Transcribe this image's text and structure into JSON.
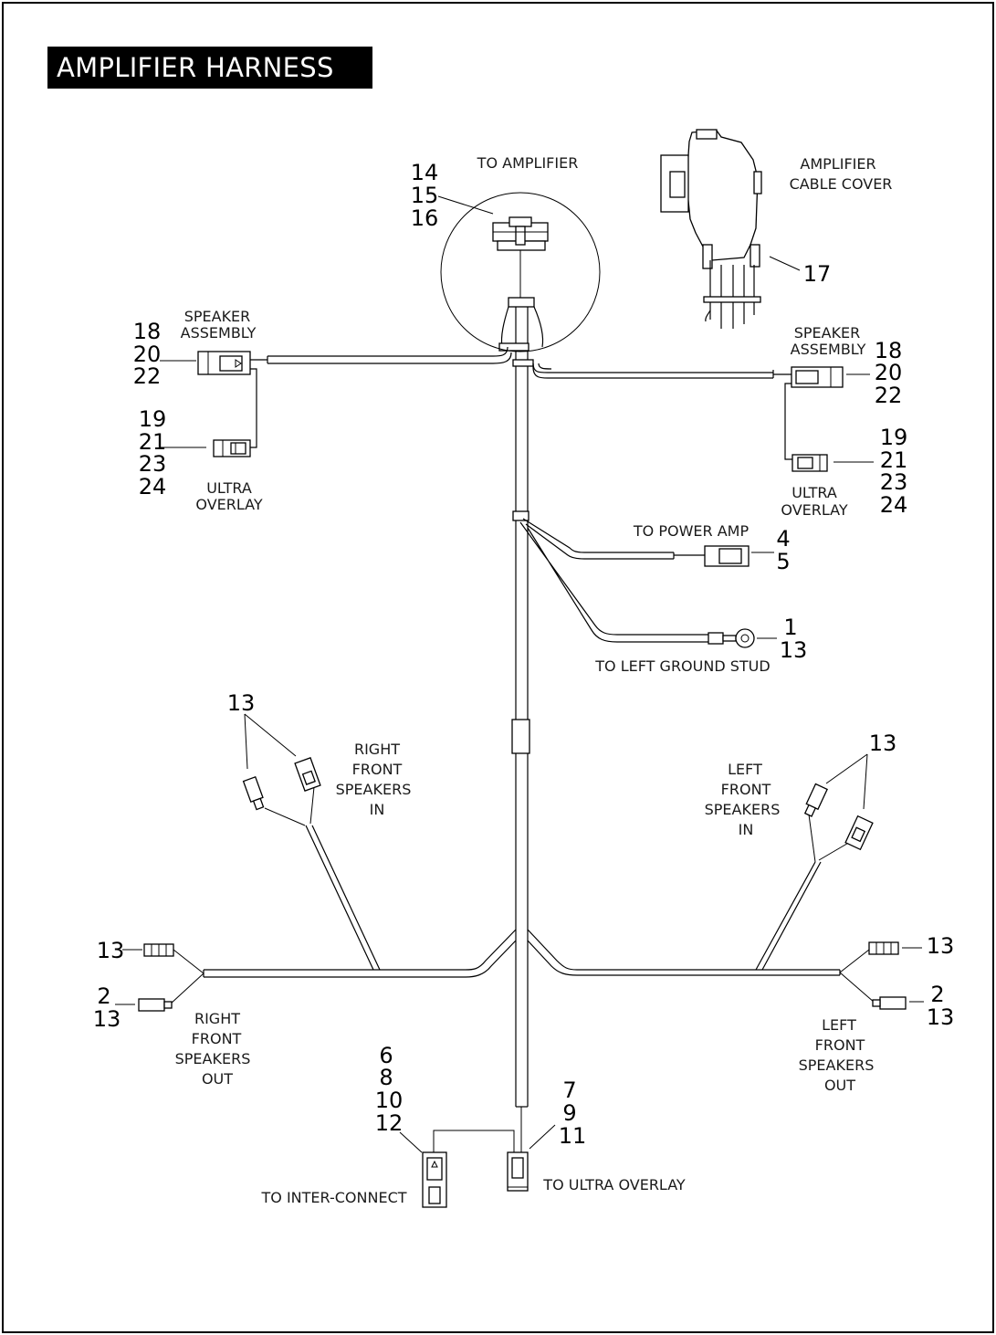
{
  "title": "AMPLIFIER HARNESS",
  "labels": {
    "to_amplifier": "TO AMPLIFIER",
    "amplifier_cable_cover": [
      "AMPLIFIER",
      "CABLE COVER"
    ],
    "speaker_assembly_left": [
      "SPEAKER",
      "ASSEMBLY"
    ],
    "speaker_assembly_right": [
      "SPEAKER",
      "ASSEMBLY"
    ],
    "ultra_overlay_left": [
      "ULTRA",
      "OVERLAY"
    ],
    "ultra_overlay_right": [
      "ULTRA",
      "OVERLAY"
    ],
    "to_power_amp": "TO POWER AMP",
    "to_left_ground_stud": "TO LEFT GROUND STUD",
    "right_front_speakers_in": [
      "RIGHT",
      "FRONT",
      "SPEAKERS",
      "IN"
    ],
    "left_front_speakers_in": [
      "LEFT",
      "FRONT",
      "SPEAKERS",
      "IN"
    ],
    "right_front_speakers_out": [
      "RIGHT",
      "FRONT",
      "SPEAKERS",
      "OUT"
    ],
    "left_front_speakers_out": [
      "LEFT",
      "FRONT",
      "SPEAKERS",
      "OUT"
    ],
    "to_inter_connect": "TO INTER-CONNECT",
    "to_ultra_overlay": "TO ULTRA OVERLAY"
  },
  "callouts": {
    "amp_connector": [
      "14",
      "15",
      "16"
    ],
    "cable_cover": [
      "17"
    ],
    "left_speaker": [
      "18",
      "20",
      "22"
    ],
    "left_overlay": [
      "19",
      "21",
      "23",
      "24"
    ],
    "right_speaker": [
      "18",
      "20",
      "22"
    ],
    "right_overlay": [
      "19",
      "21",
      "23",
      "24"
    ],
    "power_amp": [
      "4",
      "5"
    ],
    "ground_stud": [
      "1",
      "13"
    ],
    "rf_in": [
      "13"
    ],
    "lf_in": [
      "13"
    ],
    "rf_out_top": [
      "13"
    ],
    "rf_out_bottom": [
      "2",
      "13"
    ],
    "lf_out_top": [
      "13"
    ],
    "lf_out_bottom": [
      "2",
      "13"
    ],
    "inter_connect": [
      "6",
      "8",
      "10",
      "12"
    ],
    "ultra_overlay_conn": [
      "7",
      "9",
      "11"
    ]
  }
}
